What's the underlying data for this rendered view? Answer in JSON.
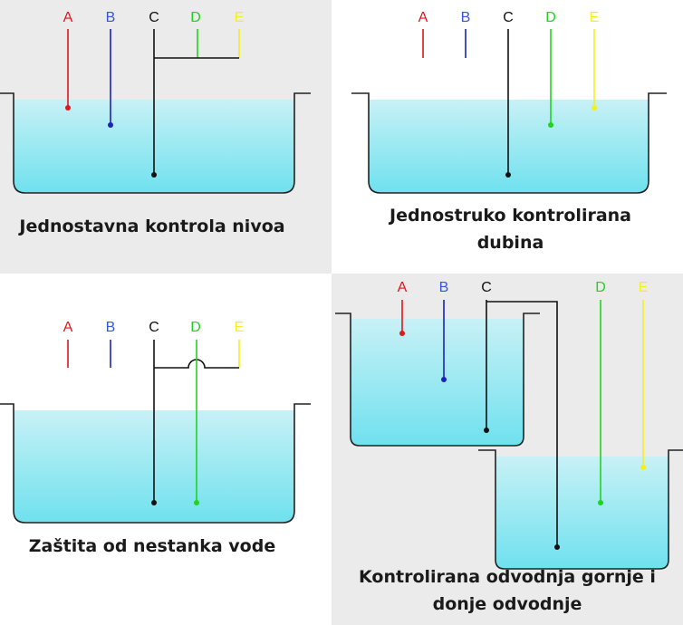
{
  "colors": {
    "probe_A": "#e0161c",
    "probe_B": "#1b23b8",
    "probe_C": "#111111",
    "probe_D": "#1fd41f",
    "probe_E": "#f3f01a",
    "label_B": "#3a55d6",
    "water_top": "#c8f1f6",
    "water_bottom": "#6fe1ee",
    "panel_gray": "#ebebeb"
  },
  "probe_labels": [
    "A",
    "B",
    "C",
    "D",
    "E"
  ],
  "panels": {
    "simple": {
      "caption": "Jednostavna kontrola nivoa"
    },
    "depth": {
      "caption_line1": "Jednostruko kontrolirana",
      "caption_line2": "dubina"
    },
    "protection": {
      "caption": "Zaštita od nestanka vode"
    },
    "drainage": {
      "caption_line1": "Kontrolirana odvodnja gornje i",
      "caption_line2": "donje odvodnje"
    }
  }
}
